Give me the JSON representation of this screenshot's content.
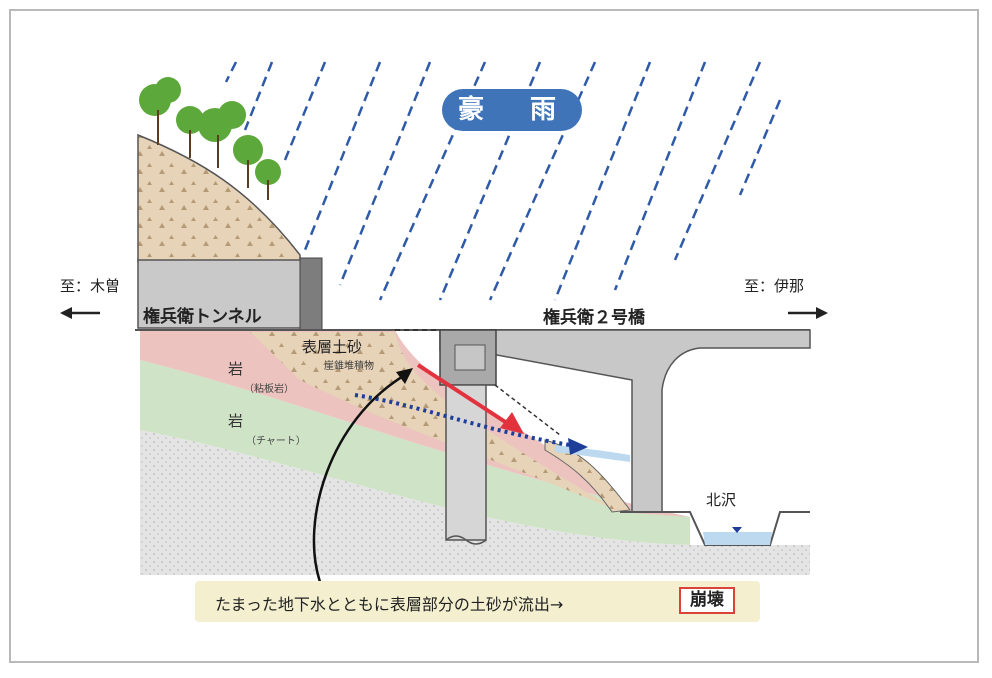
{
  "title_badge": "豪　雨",
  "left_direction": "至：木曽",
  "right_direction": "至：伊那",
  "tunnel_label": "権兵衛トンネル",
  "bridge_label": "権兵衛２号橋",
  "layer_topsoil": "表層土砂",
  "layer_topsoil_sub": "崖錐堆積物",
  "rock1": "岩",
  "rock1_sub": "（粘板岩）",
  "rock2": "岩",
  "rock2_sub": "（チャート）",
  "stream_label": "北沢",
  "caption_text": "たまった地下水とともに表層部分の土砂が流出→",
  "caption_result": "崩壊",
  "colors": {
    "rain": "#2e5aa8",
    "badge": "#3f74b9",
    "topsoil": "#e6d3b8",
    "rock_slate": "#ecc3bf",
    "rock_chert": "#cfe3c7",
    "bedrock": "#e4e4e4",
    "arrow_red": "#e2323d",
    "groundwater": "#1f3e99"
  }
}
